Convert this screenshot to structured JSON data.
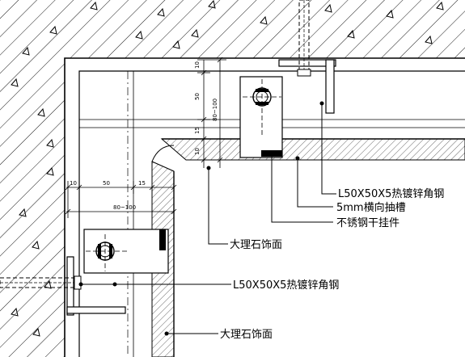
{
  "callouts": {
    "angle_steel_top": "L50X50X5热镀锌角钢",
    "slot_5mm": "5mm横向抽槽",
    "ss_dry_hanger": "不锈钢干挂件",
    "marble_face_mid": "大理石饰面",
    "angle_steel_left": "L50X50X5热镀锌角钢",
    "marble_face_bottom": "大理石饰面"
  },
  "dimensions": {
    "v_10": "10",
    "v_50": "50",
    "v_15": "15",
    "v_10b": "10",
    "v_80_100": "80~100",
    "h_10": "10",
    "h_50": "50",
    "h_15": "15",
    "h_80_100": "80~100"
  }
}
